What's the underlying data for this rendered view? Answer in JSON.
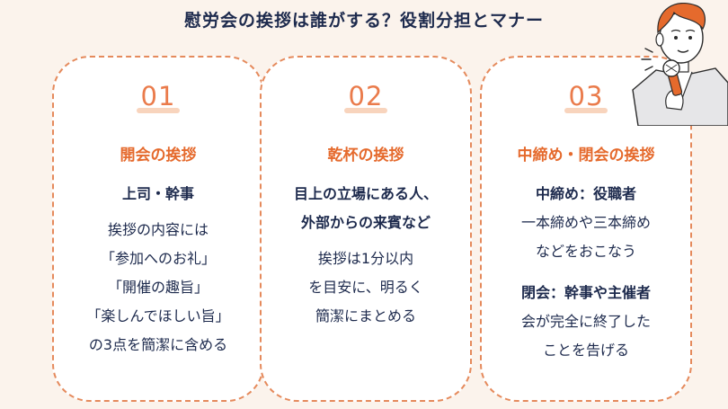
{
  "title": "慰労会の挨拶は誰がする？役割分担とマナー",
  "cards": [
    {
      "number": "01",
      "heading": "開会の挨拶",
      "role": "上司・幹事",
      "body": [
        "挨拶の内容には",
        "「参加へのお礼」",
        "「開催の趣旨」",
        "「楽しんでほしい旨」",
        "の3点を簡潔に含める"
      ]
    },
    {
      "number": "02",
      "heading": "乾杯の挨拶",
      "role_lines": [
        "目上の立場にある人、",
        "外部からの来賓など"
      ],
      "body": [
        "挨拶は1分以内",
        "を目安に、明るく",
        "簡潔にまとめる"
      ]
    },
    {
      "number": "03",
      "heading": "中締め・閉会の挨拶",
      "section1_title": "中締め：役職者",
      "section1_body": [
        "一本締めや三本締め",
        "などをおこなう"
      ],
      "section2_title": "閉会：幹事や主催者",
      "section2_body": [
        "会が完全に終了した",
        "ことを告げる"
      ]
    }
  ],
  "colors": {
    "accent": "#e56a2d",
    "border": "#e58a5c",
    "text": "#1d2a4d",
    "background": "#fbf3ec"
  },
  "illustration": "presenter-with-microphone"
}
